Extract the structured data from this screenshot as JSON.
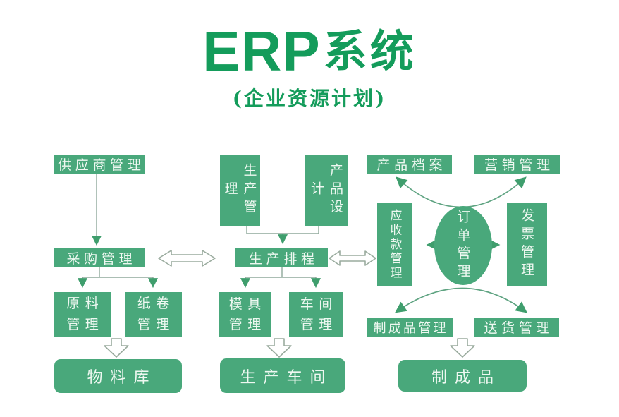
{
  "header": {
    "title_en": "ERP",
    "title_cn": "系统",
    "subtitle": "(企业资源计划)"
  },
  "colors": {
    "green": "#49a87b",
    "green_dark": "#3f9e6d",
    "line": "#8fa89b",
    "curve": "#5ea381",
    "outline": "#9aab9e",
    "text": "#eef8f1",
    "title": "#149c5b"
  },
  "nodes": {
    "supplier": {
      "label": "供应商管理"
    },
    "purchasing": {
      "label": "采购管理"
    },
    "raw_material": {
      "line1": "原料",
      "line2": "管理"
    },
    "paper_roll": {
      "line1": "纸卷",
      "line2": "管理"
    },
    "material_store": {
      "label": "物料库"
    },
    "production_mgmt": {
      "label": "生产管理"
    },
    "product_design": {
      "label": "产品设计"
    },
    "scheduling": {
      "label": "生产排程"
    },
    "mold": {
      "line1": "模具",
      "line2": "管理"
    },
    "workshop": {
      "line1": "车间",
      "line2": "管理"
    },
    "production_floor": {
      "label": "生产车间"
    },
    "product_archive": {
      "label": "产品档案"
    },
    "marketing": {
      "label": "营销管理"
    },
    "receivables": {
      "label": "应收款管理"
    },
    "order_mgmt": {
      "label": "订单管理"
    },
    "invoice": {
      "label": "发票管理"
    },
    "finished_goods_mgmt": {
      "label": "制成品管理"
    },
    "delivery": {
      "label": "送货管理"
    },
    "finished_goods": {
      "label": "制成品"
    }
  }
}
